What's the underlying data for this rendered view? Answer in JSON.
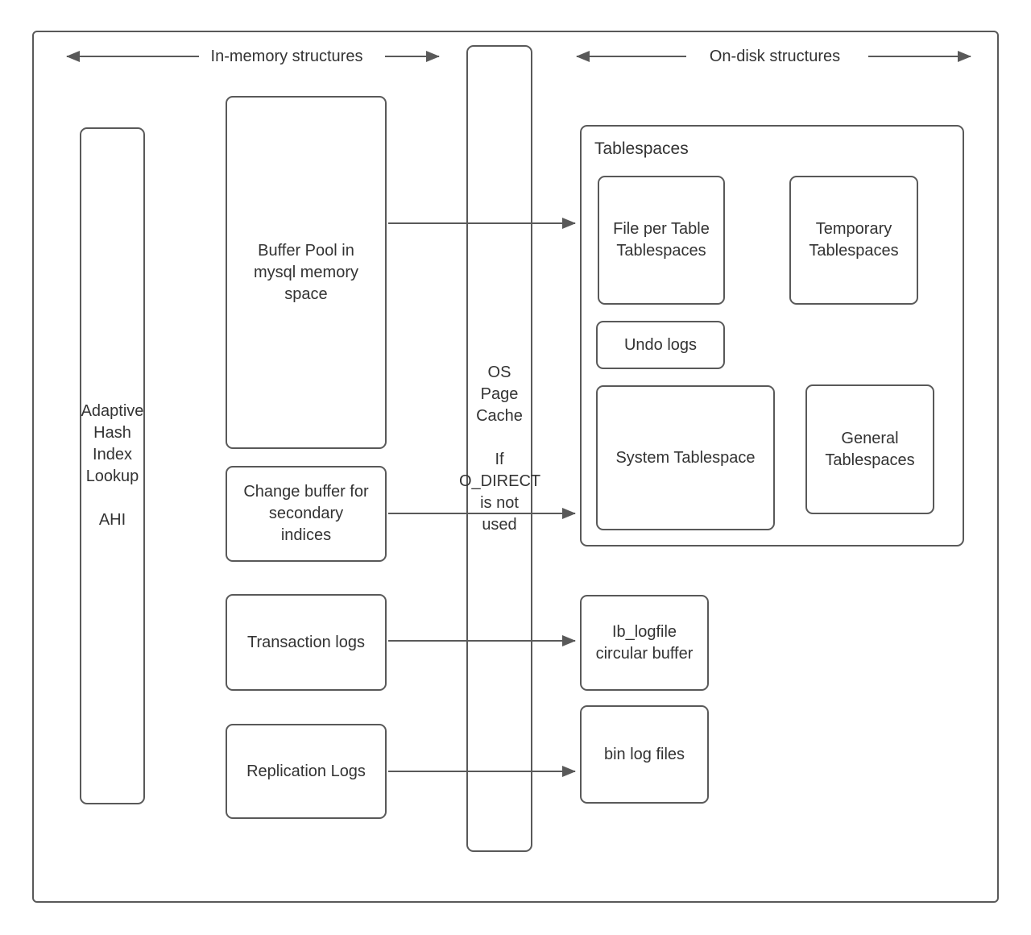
{
  "canvas": {
    "border_color": "#595959",
    "text_color": "#333333",
    "background_color": "#ffffff"
  },
  "headers": {
    "in_memory": "In-memory structures",
    "on_disk": "On-disk structures"
  },
  "nodes": {
    "adaptive_hash_index": {
      "label": "Adaptive\nHash\nIndex\nLookup\n\nAHI"
    },
    "buffer_pool": {
      "label": "Buffer Pool in\nmysql memory\nspace"
    },
    "change_buffer": {
      "label": "Change buffer for\nsecondary\nindices"
    },
    "transaction_logs": {
      "label": "Transaction logs"
    },
    "replication_logs": {
      "label": "Replication Logs"
    },
    "os_page_cache": {
      "label": "OS\nPage\nCache\n\nIf\nO_DIRECT\nis not\nused"
    },
    "tablespaces": {
      "label": "Tablespaces"
    },
    "file_per_table": {
      "label": "File per Table\nTablespaces"
    },
    "temporary_tablespaces": {
      "label": "Temporary\nTablespaces"
    },
    "undo_logs": {
      "label": "Undo logs"
    },
    "system_tablespace": {
      "label": "System Tablespace"
    },
    "general_tablespaces": {
      "label": "General\nTablespaces"
    },
    "ib_logfile": {
      "label": "Ib_logfile\ncircular buffer"
    },
    "bin_log_files": {
      "label": "bin log files"
    }
  },
  "arrows": [
    {
      "name": "header-in-memory-left",
      "direction": "left"
    },
    {
      "name": "header-in-memory-right",
      "direction": "right"
    },
    {
      "name": "header-on-disk-left",
      "direction": "left"
    },
    {
      "name": "header-on-disk-right",
      "direction": "right"
    },
    {
      "name": "buffer-pool-to-tablespaces",
      "direction": "right"
    },
    {
      "name": "change-buffer-to-tablespaces",
      "direction": "right"
    },
    {
      "name": "transaction-logs-to-ib-logfile",
      "direction": "right"
    },
    {
      "name": "replication-logs-to-bin-log-files",
      "direction": "right"
    }
  ]
}
